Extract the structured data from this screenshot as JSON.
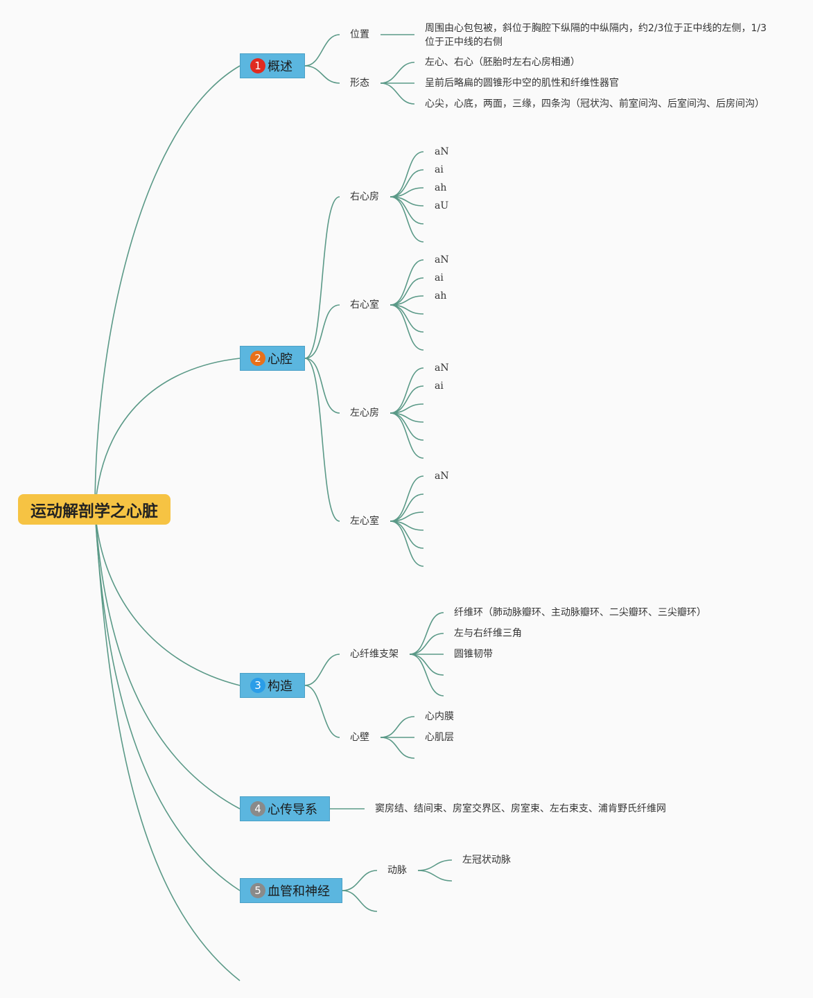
{
  "root": "运动解剖学之心脏",
  "colors": {
    "root": "#f6c343",
    "node": "#5bb6df",
    "line": "#5a9987",
    "badge1": "#e02b20",
    "badge2": "#e8701a",
    "badge3": "#2a9de8",
    "badge4": "#8a8a8a",
    "badge5": "#8a8a8a"
  },
  "n1": {
    "badge": "1",
    "label": "概述",
    "position": {
      "label": "位置",
      "text": "周围由心包包被，斜位于胸腔下纵隔的中纵隔内，约2/3位于正中线的左侧，1/3位于正中线的右侧"
    },
    "shape": {
      "label": "形态",
      "items": [
        "左心、右心（胚胎时左右心房相通）",
        "呈前后略扁的圆锥形中空的肌性和纤维性器官",
        "心尖，心底，两面，三缘，四条沟（冠状沟、前室间沟、后室间沟、后房间沟）"
      ]
    }
  },
  "n2": {
    "badge": "2",
    "label": "心腔",
    "ra": {
      "label": "右心房",
      "items": [
        "aN",
        "ai",
        "ah",
        "aU"
      ]
    },
    "rv": {
      "label": "右心室",
      "items": [
        "aN",
        "ai",
        "ah"
      ]
    },
    "la": {
      "label": "左心房",
      "items": [
        "aN",
        "ai"
      ]
    },
    "lv": {
      "label": "左心室",
      "items": [
        "aN"
      ]
    }
  },
  "n3": {
    "badge": "3",
    "label": "构造",
    "skeleton": {
      "label": "心纤维支架",
      "items": [
        "纤维环（肺动脉瓣环、主动脉瓣环、二尖瓣环、三尖瓣环）",
        "左与右纤维三角",
        "圆锥韧带"
      ]
    },
    "wall": {
      "label": "心壁",
      "items": [
        "心内膜",
        "心肌层"
      ]
    }
  },
  "n4": {
    "badge": "4",
    "label": "心传导系",
    "text": "窦房结、结间束、房室交界区、房室束、左右束支、浦肯野氏纤维网"
  },
  "n5": {
    "badge": "5",
    "label": "血管和神经",
    "artery": {
      "label": "动脉",
      "items": [
        "左冠状动脉"
      ]
    }
  }
}
